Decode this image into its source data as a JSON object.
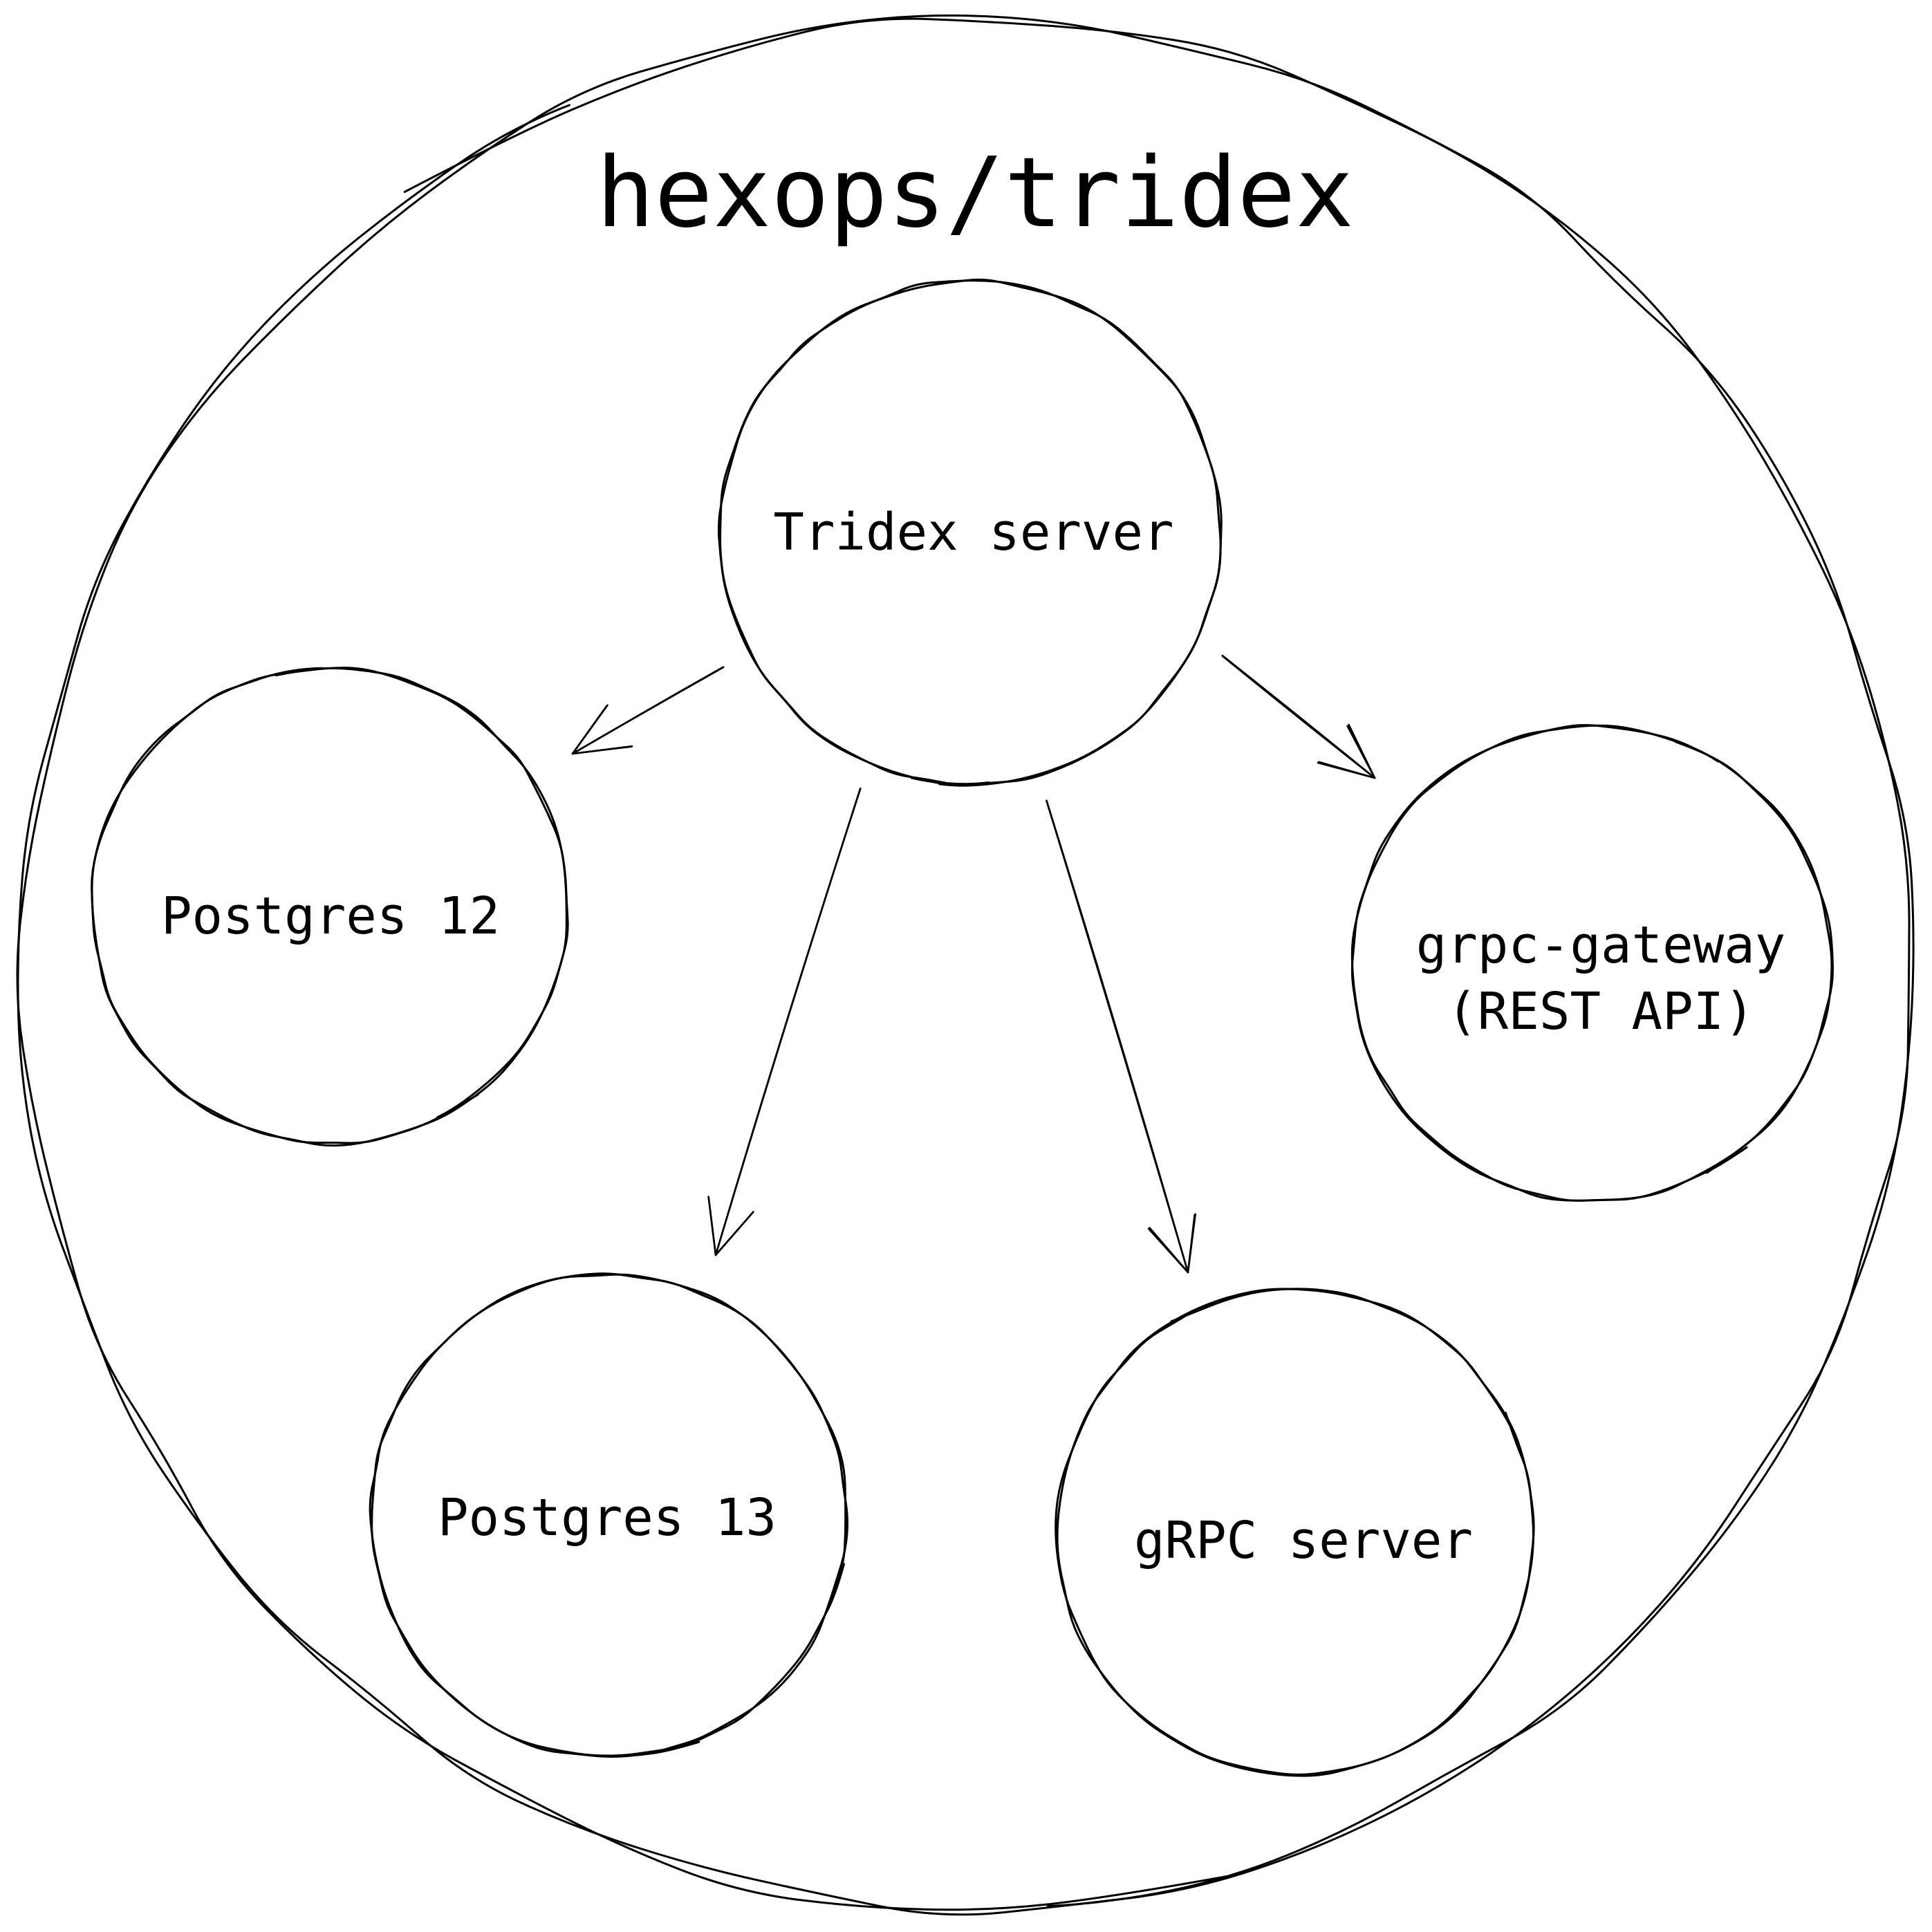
{
  "diagram": {
    "title": "hexops/tridex",
    "stroke_color": "#000000",
    "background": "#ffffff",
    "nodes": [
      {
        "id": "tridex",
        "label": "Tridex server"
      },
      {
        "id": "pg12",
        "label": "Postgres 12"
      },
      {
        "id": "pg13",
        "label": "Postgres 13"
      },
      {
        "id": "grpc",
        "label": "gRPC server"
      },
      {
        "id": "gateway",
        "label": "grpc-gateway\n(REST API)"
      }
    ],
    "edges": [
      {
        "from": "tridex",
        "to": "pg12"
      },
      {
        "from": "tridex",
        "to": "pg13"
      },
      {
        "from": "tridex",
        "to": "grpc"
      },
      {
        "from": "tridex",
        "to": "gateway"
      }
    ]
  }
}
